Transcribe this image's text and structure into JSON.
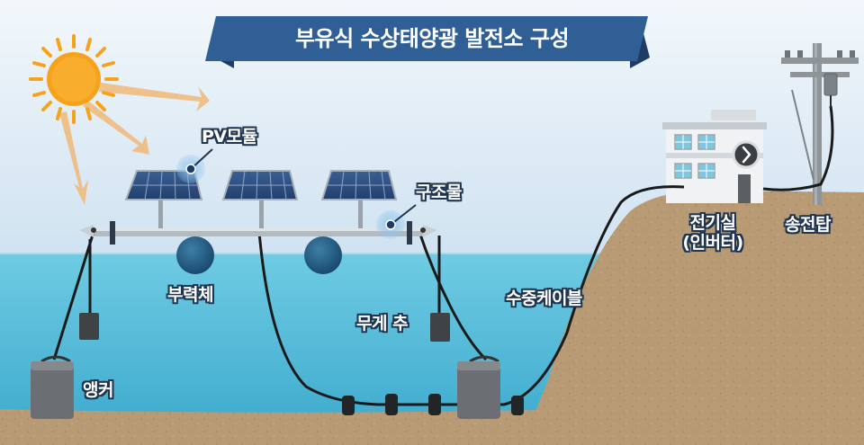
{
  "title": "부유식 수상태양광 발전소 구성",
  "labels": {
    "pv_module": "PV모듈",
    "structure": "구조물",
    "float": "부력체",
    "weight": "무게 추",
    "anchor": "앵커",
    "cable": "수중케이블",
    "electric_room_line1": "전기실",
    "electric_room_line2": "(인버터)",
    "tower": "송전탑"
  },
  "colors": {
    "sky_top": "#eaf2f9",
    "sky_bottom": "#cfe2f1",
    "water": "#5fc0dc",
    "water_deep": "#3aa8cc",
    "ground": "#b89a74",
    "banner": "#2f5f95",
    "banner_dark": "#1e3d66",
    "sun": "#f7a21b",
    "label_outline": "#1f3550"
  }
}
